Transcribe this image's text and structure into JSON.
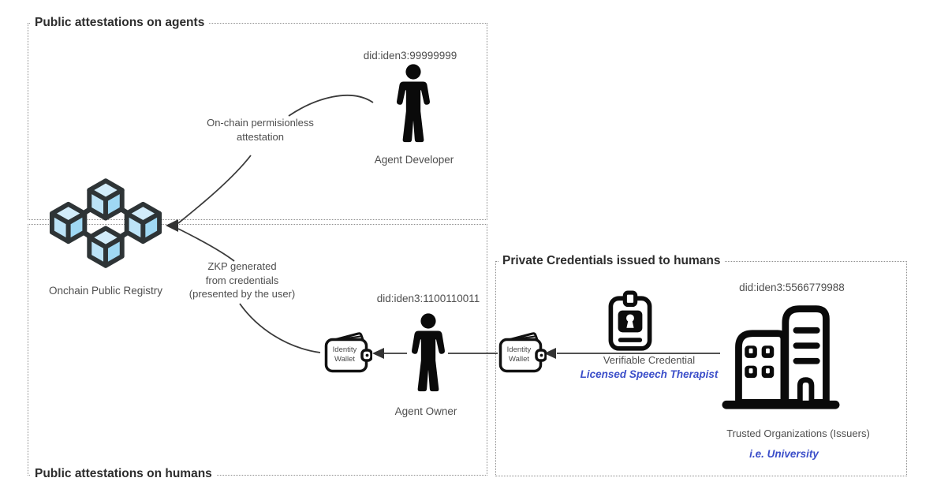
{
  "colors": {
    "background": "#ffffff",
    "title_text": "#2d2d2d",
    "label_text": "#4e4e4e",
    "accent_blue": "#3b4ec9",
    "icon_black": "#0a0a0a",
    "icon_stroke_dark": "#2e3436",
    "cube_top_face": "#d2ecfa",
    "cube_left_face": "#bce3f7",
    "cube_right_face": "#9fd8f3",
    "arrow_stroke": "#3a3a3a",
    "box_border": "#8e8e8e"
  },
  "boxes": {
    "agents_title": "Public attestations on agents",
    "humans_title": "Public attestations on humans",
    "credentials_title": "Private Credentials issued to humans"
  },
  "registry": {
    "label": "Onchain Public Registry",
    "icon": "blockchain-cubes-icon"
  },
  "developer": {
    "did": "did:iden3:99999999",
    "label": "Agent Developer",
    "icon": "person-icon"
  },
  "owner": {
    "did": "did:iden3:1100110011",
    "label": "Agent Owner",
    "icon": "person-icon"
  },
  "issuer": {
    "did": "did:iden3:5566779988",
    "label": "Trusted Organizations (Issuers)",
    "example": "i.e. University",
    "icon": "buildings-icon"
  },
  "wallet_left": {
    "line1": "Identity",
    "line2": "Wallet",
    "icon": "wallet-icon"
  },
  "wallet_right": {
    "line1": "Identity",
    "line2": "Wallet",
    "icon": "wallet-icon"
  },
  "credential_badge": {
    "icon": "id-badge-icon"
  },
  "annotations": {
    "attestation_line1": "On-chain permisionless",
    "attestation_line2": "attestation",
    "zkp_line1": "ZKP generated",
    "zkp_line2": "from credentials",
    "zkp_line3": "(presented by the user)",
    "vc_line1": "Verifiable Credential",
    "vc_line2": "Licensed Speech Therapist"
  }
}
